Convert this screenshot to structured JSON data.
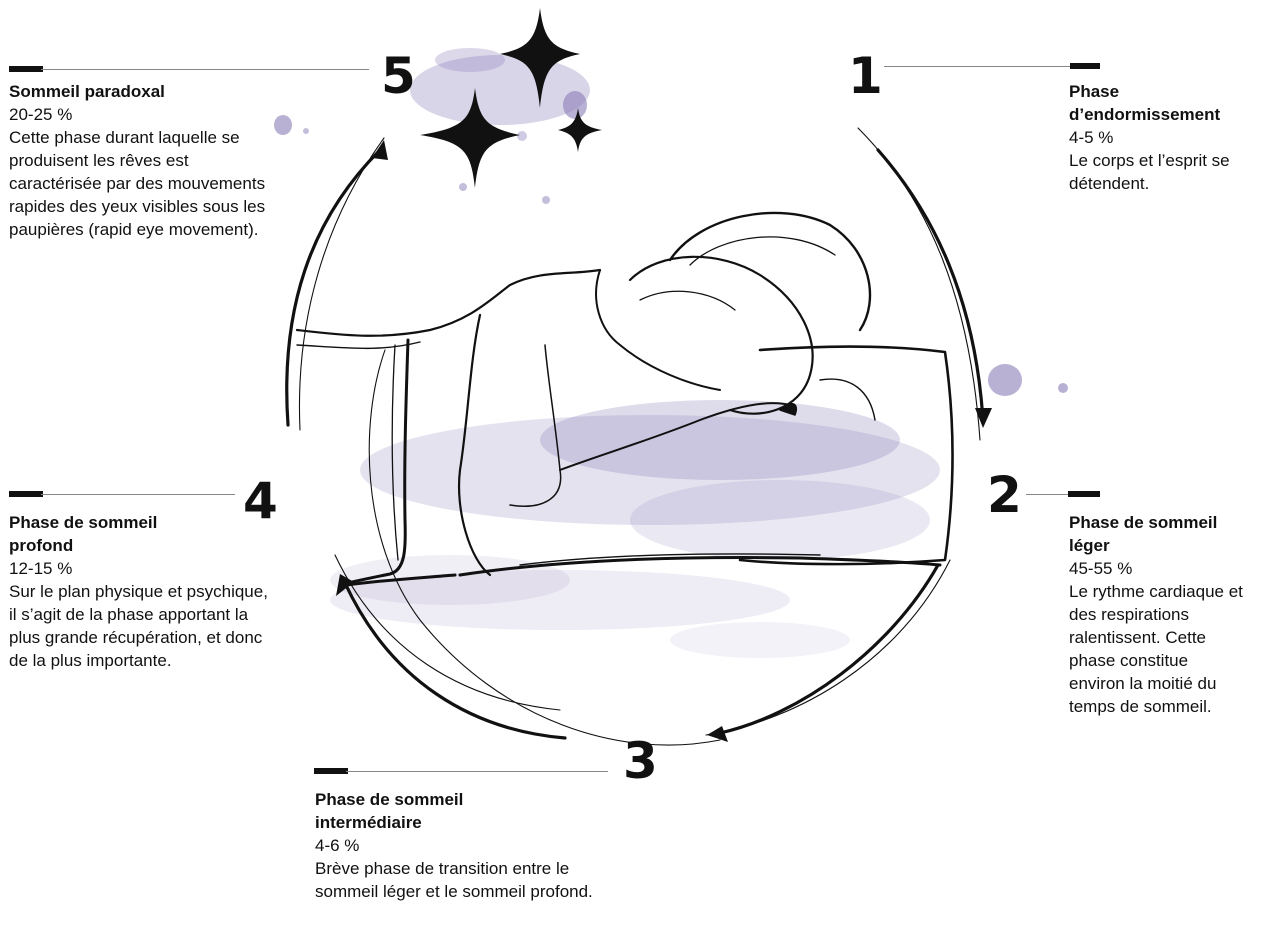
{
  "colors": {
    "ink": "#111111",
    "accent": "#8a7db8",
    "rule": "#888888"
  },
  "icons": [
    "sparkle-star-icon",
    "sleeping-woman-illustration",
    "cycle-arrow-icon"
  ],
  "phases": [
    {
      "number": "1",
      "title": "Phase d’endormissement",
      "percent": "4-5 %",
      "description": "Le corps et l’esprit se détendent."
    },
    {
      "number": "2",
      "title": "Phase de sommeil léger",
      "percent": "45-55 %",
      "description": "Le rythme cardiaque et des respirations ralentissent. Cette phase constitue environ la moitié du temps de sommeil."
    },
    {
      "number": "3",
      "title": "Phase de sommeil intermédiaire",
      "percent": "4-6 %",
      "description": "Brève phase de transition entre le sommeil léger et le sommeil profond."
    },
    {
      "number": "4",
      "title": "Phase de sommeil profond",
      "percent": "12-15 %",
      "description": "Sur le plan physique et psychique, il s’agit de la phase apportant la plus grande récupération, et donc de la plus importante."
    },
    {
      "number": "5",
      "title": "Sommeil paradoxal",
      "percent": "20-25 %",
      "description": "Cette phase durant laquelle se produisent les rêves est caractérisée par des mouvements rapides des yeux visibles sous les paupières (rapid eye movement)."
    }
  ]
}
